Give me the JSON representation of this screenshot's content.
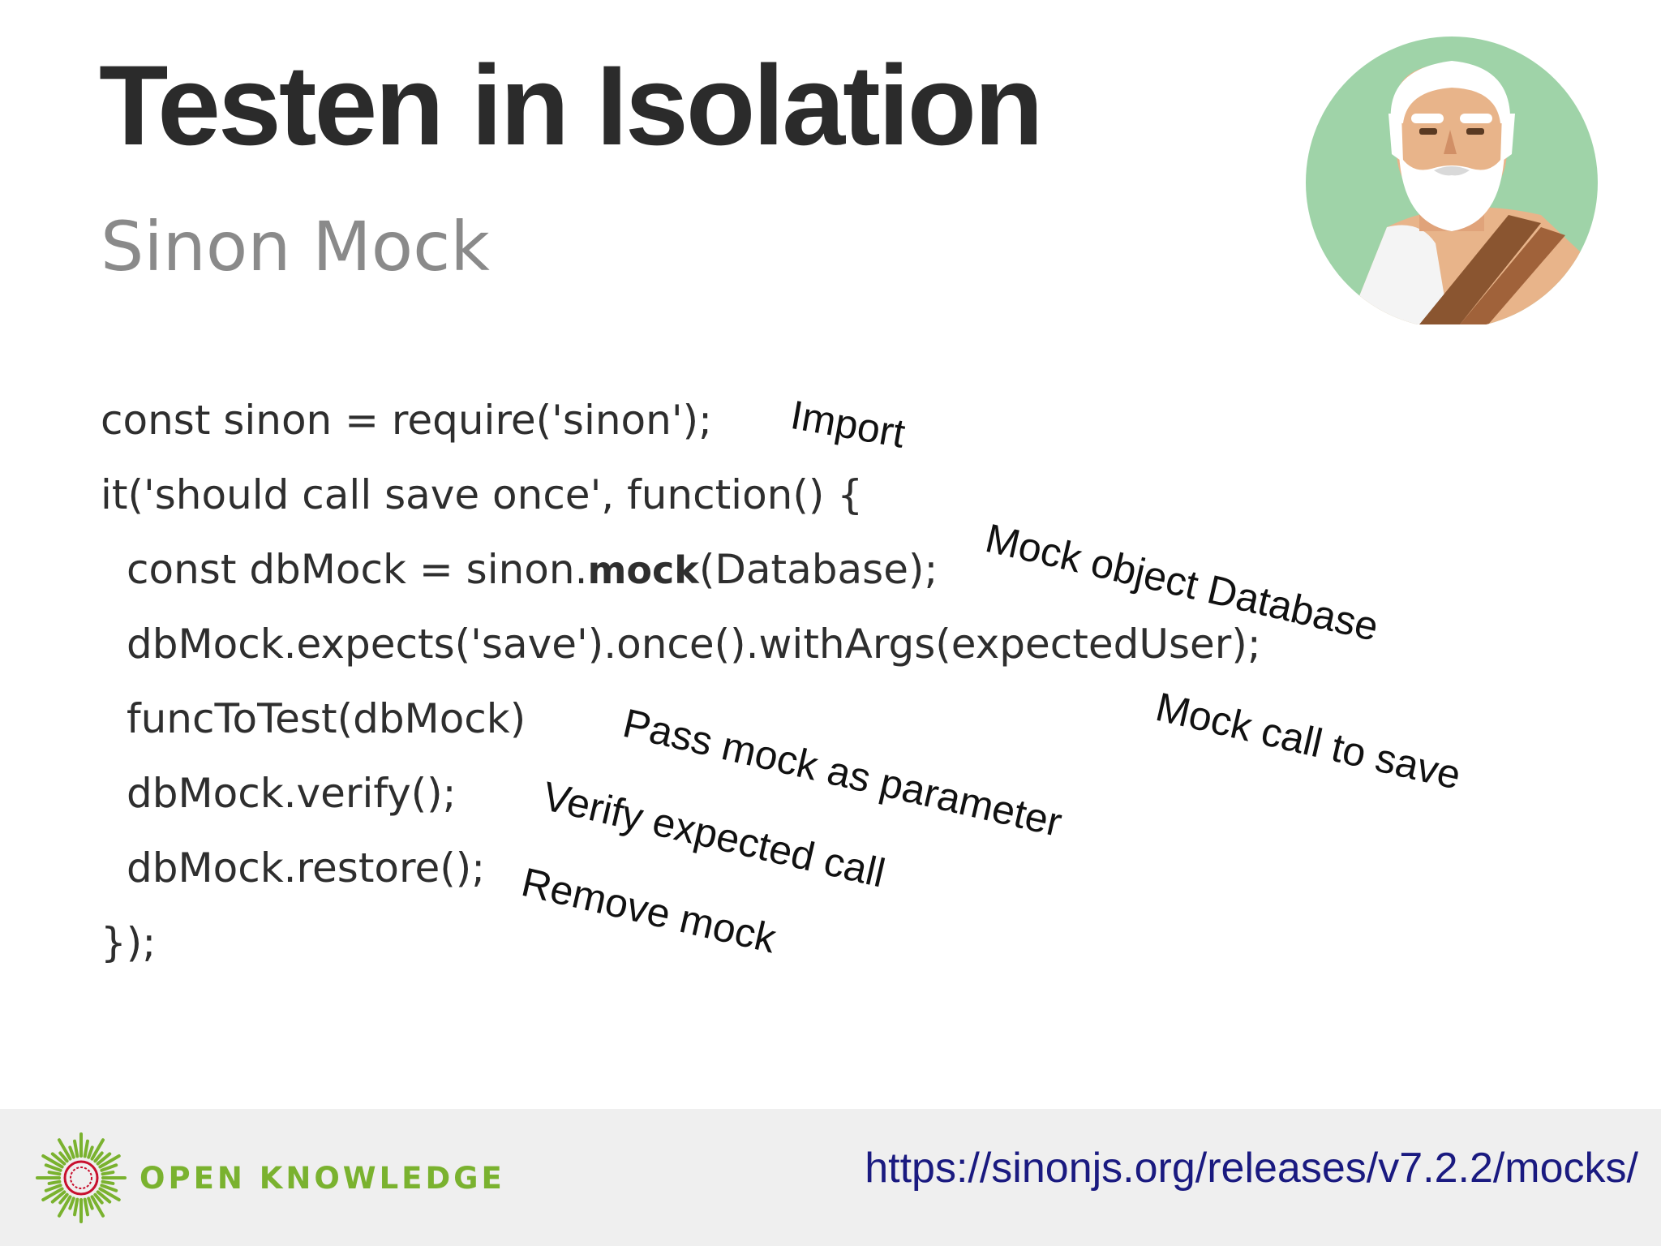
{
  "slide": {
    "title": "Testen in Isolation",
    "subtitle": "Sinon Mock"
  },
  "code": {
    "line1": "const sinon = require('sinon');",
    "line2": "it('should call save once', function() {",
    "line3_prefix": "const dbMock = sinon.",
    "line3_bold": "mock",
    "line3_suffix": "(Database);",
    "line4": "dbMock.expects('save').once().withArgs(expectedUser);",
    "line5": "funcToTest(dbMock)",
    "line6": "dbMock.verify();",
    "line7": "dbMock.restore();",
    "line8": "});"
  },
  "annotations": {
    "import": "Import",
    "mock_object": "Mock object Database",
    "mock_call": "Mock call to save",
    "pass_mock": "Pass mock as parameter",
    "verify": "Verify expected call",
    "remove": "Remove mock"
  },
  "footer": {
    "logo_text": "OPEN KNOWLEDGE",
    "url": "https://sinonjs.org/releases/v7.2.2/mocks/"
  },
  "colors": {
    "title": "#2b2b2b",
    "subtitle": "#8a8a8a",
    "logo_green": "#7ab22f",
    "logo_red": "#c8102e",
    "url": "#1a1a80",
    "footer_bg": "#efefef",
    "avatar_bg": "#9fd3a8"
  }
}
